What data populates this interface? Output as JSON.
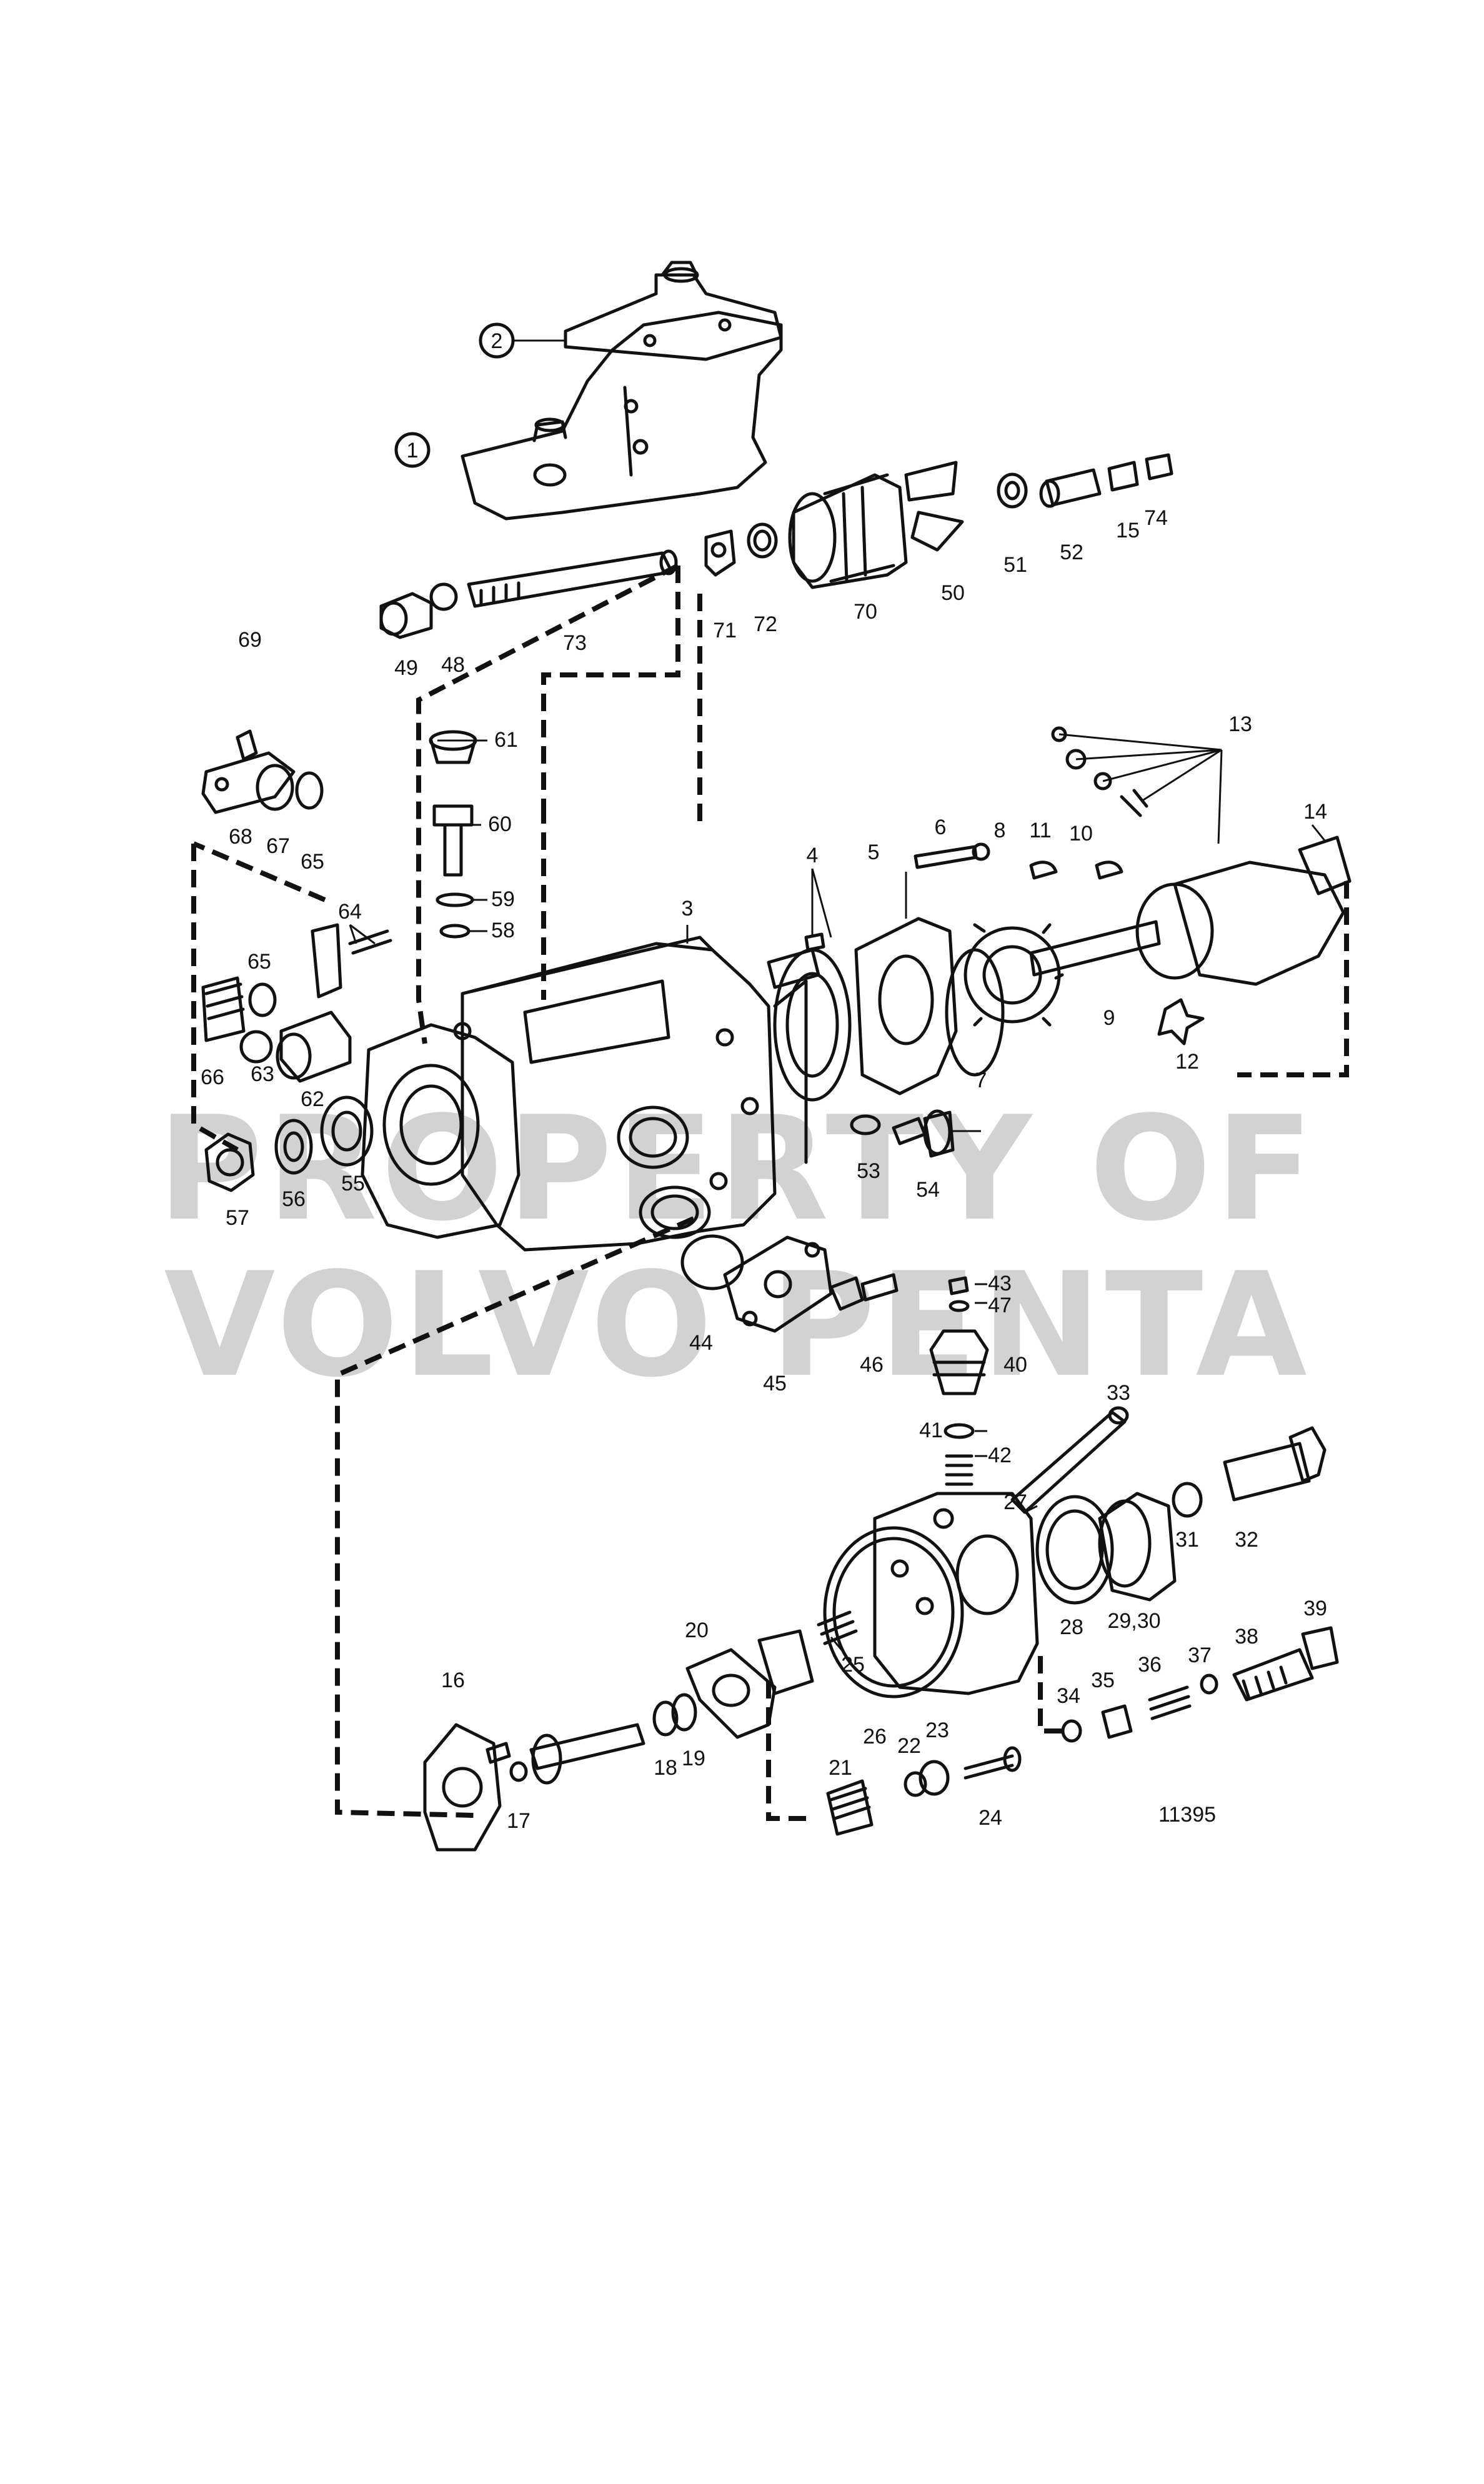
{
  "watermark": {
    "line1": "PROPERTY OF",
    "line2": "VOLVO PENTA"
  },
  "drawing_number": "11395",
  "callouts": {
    "n1": "1",
    "n2": "2",
    "n3": "3",
    "n4": "4",
    "n5": "5",
    "n6": "6",
    "n7": "7",
    "n8": "8",
    "n9": "9",
    "n10": "10",
    "n11": "11",
    "n12": "12",
    "n13": "13",
    "n14": "14",
    "n15": "15",
    "n16": "16",
    "n17": "17",
    "n18": "18",
    "n19": "19",
    "n20": "20",
    "n21": "21",
    "n22": "22",
    "n23": "23",
    "n24": "24",
    "n25": "25",
    "n26": "26",
    "n27": "27",
    "n28": "28",
    "n2930": "29,30",
    "n31": "31",
    "n32": "32",
    "n33": "33",
    "n34": "34",
    "n35": "35",
    "n36": "36",
    "n37": "37",
    "n38": "38",
    "n39": "39",
    "n40": "40",
    "n41": "41",
    "n42": "42",
    "n43": "43",
    "n44": "44",
    "n45": "45",
    "n46": "46",
    "n47": "47",
    "n48": "48",
    "n49": "49",
    "n50": "50",
    "n51": "51",
    "n52": "52",
    "n53": "53",
    "n54": "54",
    "n55": "55",
    "n56": "56",
    "n57": "57",
    "n58": "58",
    "n59": "59",
    "n60": "60",
    "n61": "61",
    "n62": "62",
    "n63": "63",
    "n64": "64",
    "n65a": "65",
    "n65b": "65",
    "n66": "66",
    "n67": "67",
    "n68": "68",
    "n69": "69",
    "n70": "70",
    "n71": "71",
    "n72": "72",
    "n73": "73",
    "n74": "74"
  }
}
